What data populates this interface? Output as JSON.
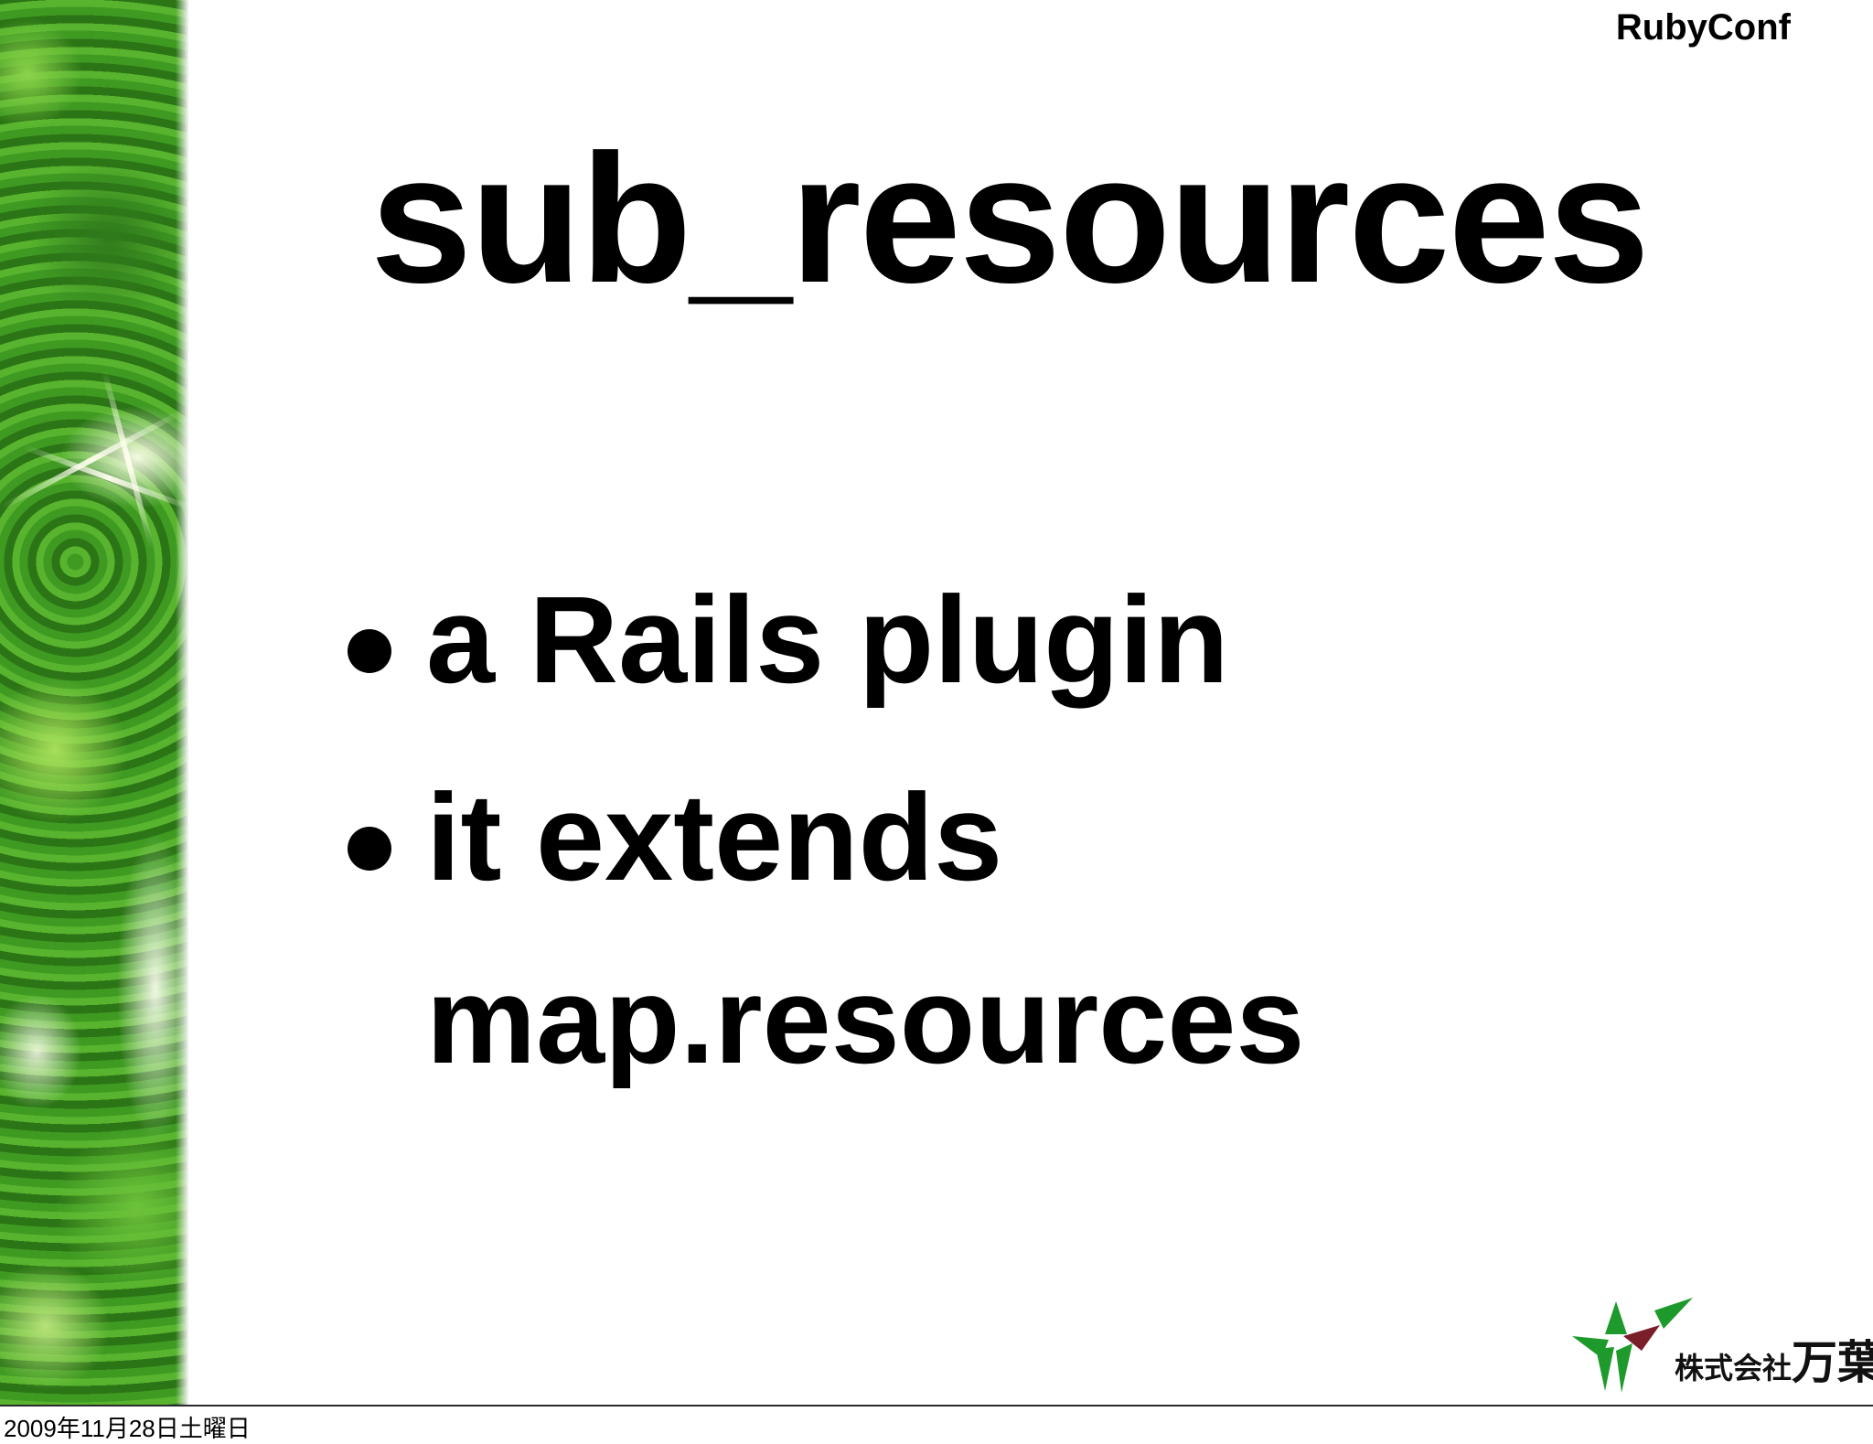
{
  "slide": {
    "header_label": "RubyConf",
    "title": "sub_resources",
    "bullets": [
      {
        "text": "a Rails plugin"
      },
      {
        "text": "it extends map.resources"
      }
    ],
    "logo": {
      "prefix": "株式会社",
      "name": "万葉",
      "colors": {
        "green": "#1e9a2c",
        "maroon": "#7a1e2a"
      }
    }
  },
  "footer": {
    "date": "2009年11月28日土曜日"
  }
}
